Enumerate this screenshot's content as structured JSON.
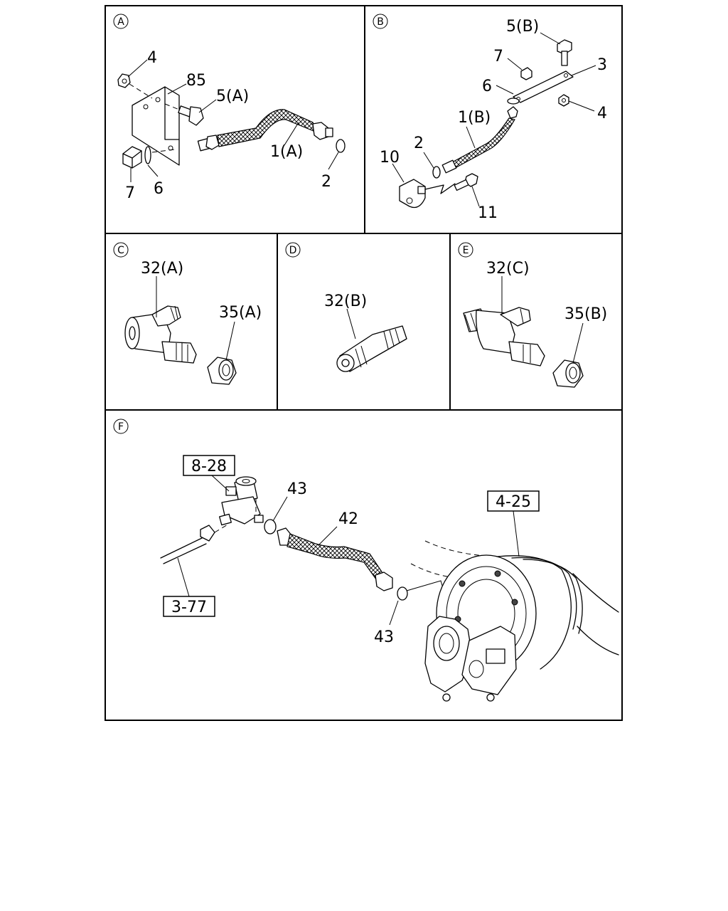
{
  "sections": {
    "A": {
      "marker": "A",
      "labels": [
        "4",
        "85",
        "5(A)",
        "1(A)",
        "2",
        "7",
        "6"
      ]
    },
    "B": {
      "marker": "B",
      "labels": [
        "5(B)",
        "7",
        "3",
        "6",
        "4",
        "1(B)",
        "2",
        "10",
        "11"
      ]
    },
    "C": {
      "marker": "C",
      "labels": [
        "32(A)",
        "35(A)"
      ]
    },
    "D": {
      "marker": "D",
      "labels": [
        "32(B)"
      ]
    },
    "E": {
      "marker": "E",
      "labels": [
        "32(C)",
        "35(B)"
      ]
    },
    "F": {
      "marker": "F",
      "labels": [
        "43",
        "42",
        "43"
      ],
      "ref_boxes": [
        "8-28",
        "4-25",
        "3-77"
      ]
    }
  }
}
